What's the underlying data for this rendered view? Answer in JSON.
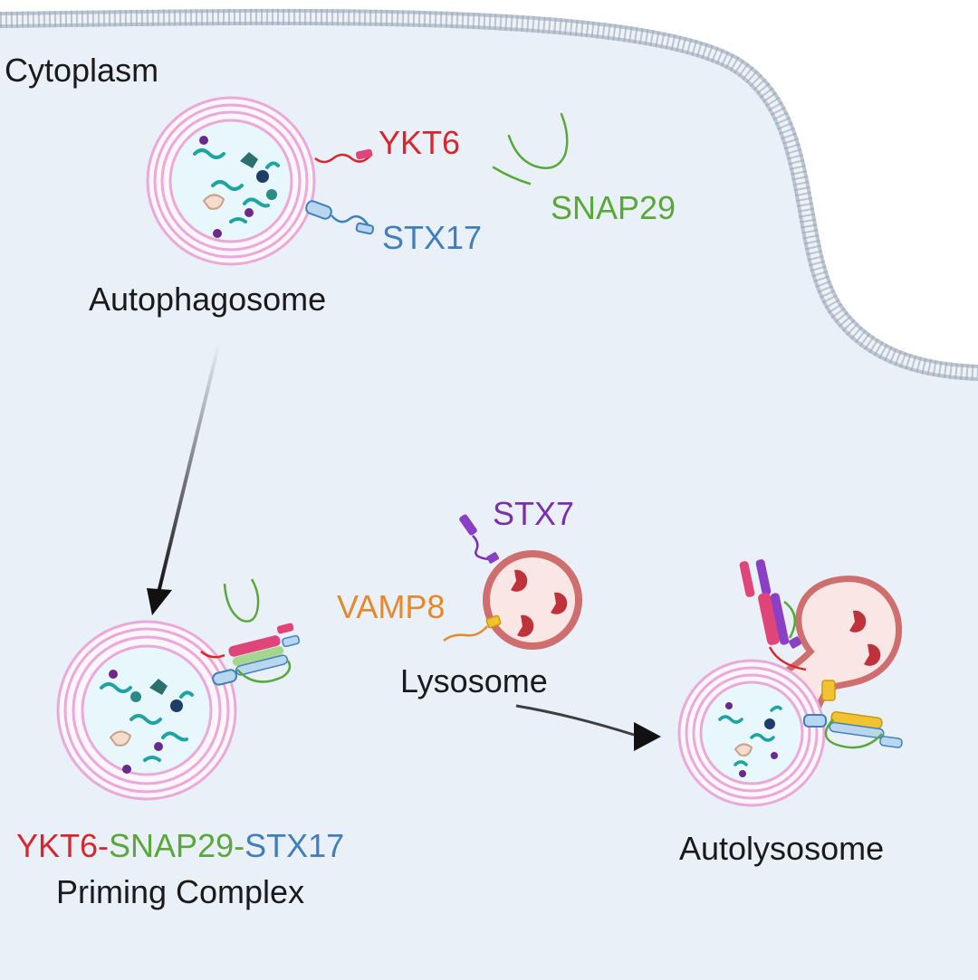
{
  "labels": {
    "cytoplasm": "Cytoplasm",
    "ykt6": "YKT6",
    "snap29": "SNAP29",
    "stx17": "STX17",
    "autophagosome": "Autophagosome",
    "stx7": "STX7",
    "vamp8": "VAMP8",
    "lysosome": "Lysosome",
    "complex_part1": "YKT6-",
    "complex_part2": "SNAP29-",
    "complex_part3": "STX17",
    "complex_line2": "Priming Complex",
    "autolysosome": "Autolysosome"
  },
  "colors": {
    "ykt6": "#d9262e",
    "snap29": "#5aa83a",
    "stx17": "#3f7fbf",
    "stx7": "#7a2fb0",
    "vamp8": "#e58a2c",
    "cytoplasm_fill": "#eaf0f8",
    "membrane": "#c6cfdb",
    "autophagosome_ring": "#e9a9d9",
    "lysosome_ring": "#cf6e6e",
    "lysosome_fill": "#fbe6e6",
    "cargo": "#1fa3a3"
  }
}
